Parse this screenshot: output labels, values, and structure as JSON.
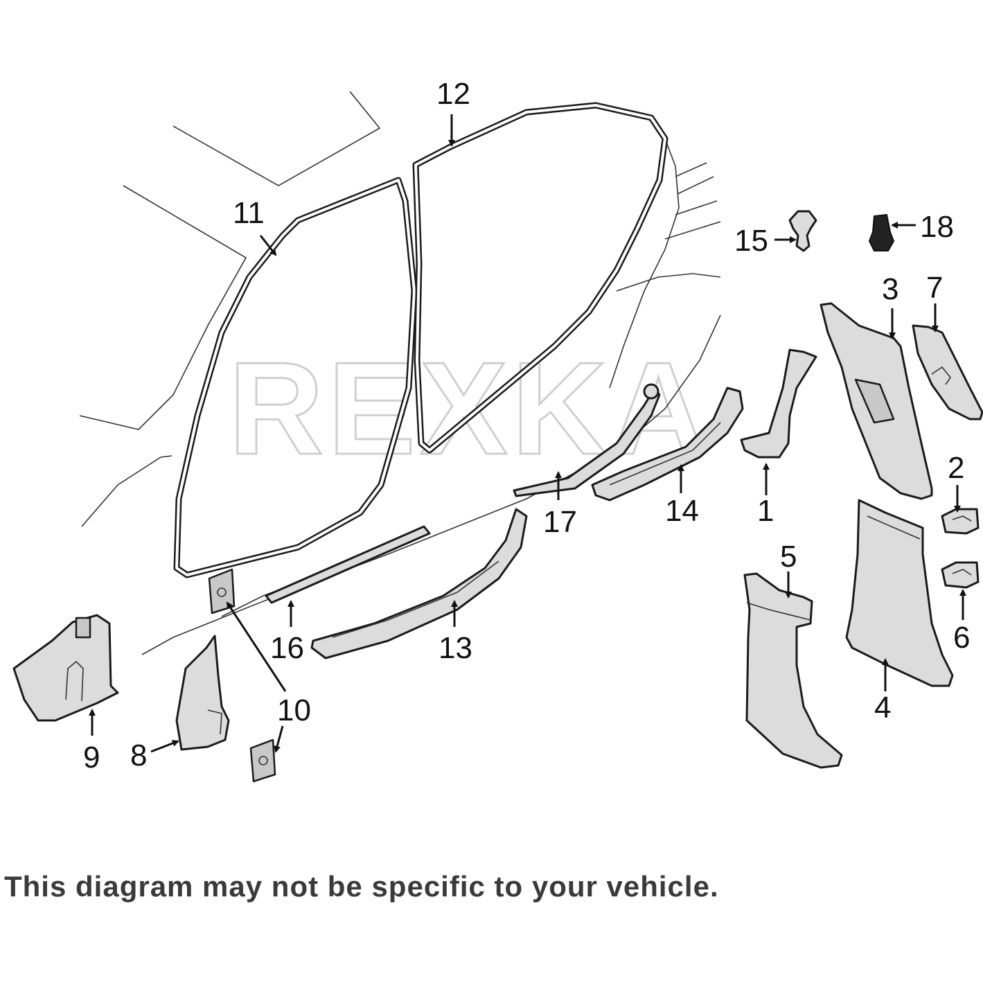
{
  "watermark": "REXKA",
  "disclaimer": "This diagram may not be specific to your vehicle.",
  "callouts": [
    "1",
    "2",
    "3",
    "4",
    "5",
    "6",
    "7",
    "8",
    "9",
    "10",
    "11",
    "12",
    "13",
    "14",
    "15",
    "16",
    "17",
    "18"
  ],
  "colors": {
    "line": "#1a1a1a",
    "part_fill": "#dcdcdc",
    "disclaimer_text": "#3a3a3a",
    "watermark": "#cfcfcf"
  }
}
